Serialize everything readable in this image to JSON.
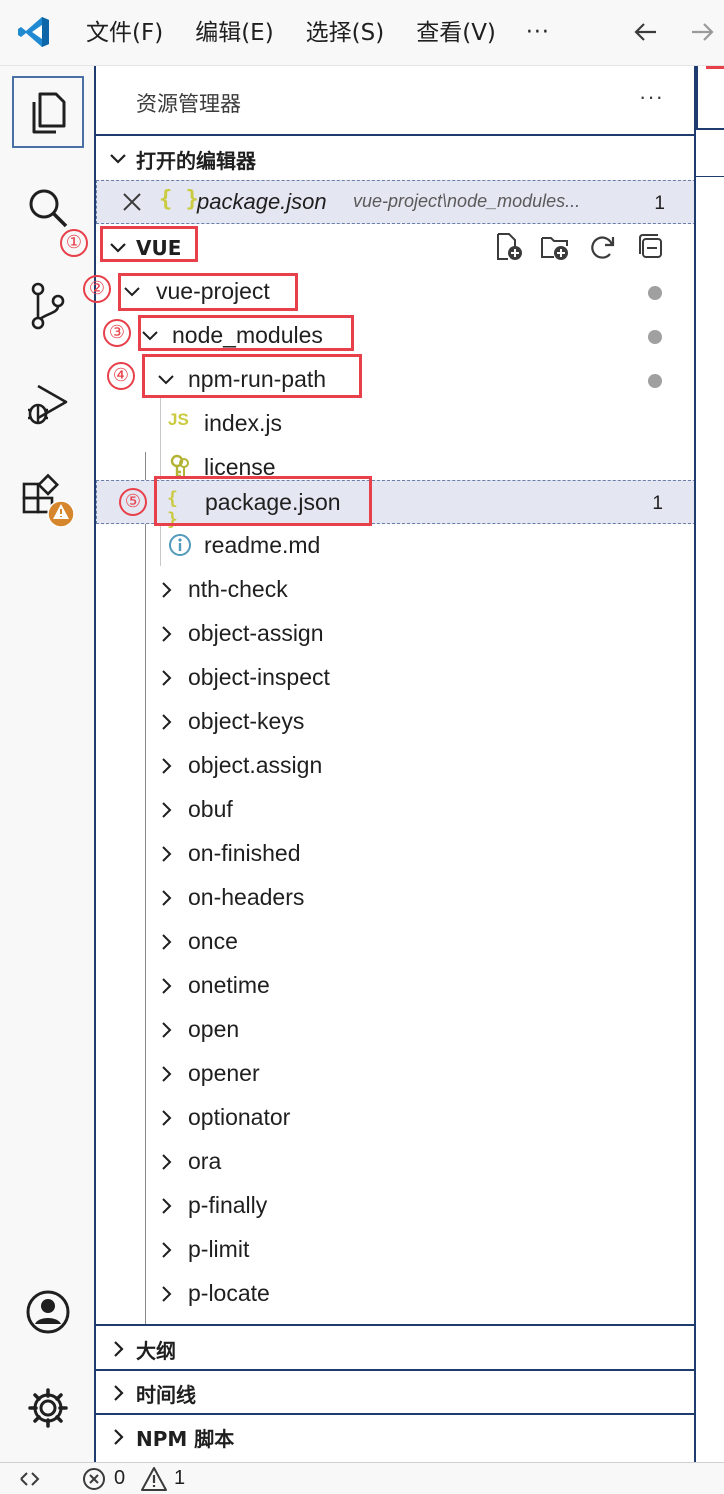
{
  "menubar": {
    "items": [
      "文件(F)",
      "编辑(E)",
      "选择(S)",
      "查看(V)"
    ],
    "more": "···"
  },
  "sidebar": {
    "title": "资源管理器",
    "more": "···"
  },
  "sections": {
    "open_editors": "打开的编辑器",
    "workspace": "VUE",
    "outline": "大纲",
    "timeline": "时间线",
    "npm_scripts": "NPM 脚本"
  },
  "open_editor": {
    "file_name": "package.json",
    "path": "vue-project\\node_modules...",
    "problem_count": "1",
    "icon_text": "{ }"
  },
  "tree": {
    "vue_project": "vue-project",
    "node_modules": "node_modules",
    "npm_run_path": "npm-run-path",
    "files": [
      {
        "name": "index.js",
        "icon": "js-icon",
        "icon_text": "JS"
      },
      {
        "name": "license",
        "icon": "key-icon"
      },
      {
        "name": "package.json",
        "icon": "json-icon",
        "icon_text": "{ }",
        "problem_count": "1"
      },
      {
        "name": "readme.md",
        "icon": "info-icon"
      }
    ],
    "folders": [
      "nth-check",
      "object-assign",
      "object-inspect",
      "object-keys",
      "object.assign",
      "obuf",
      "on-finished",
      "on-headers",
      "once",
      "onetime",
      "open",
      "opener",
      "optionator",
      "ora",
      "p-finally",
      "p-limit",
      "p-locate"
    ]
  },
  "annotations": [
    "①",
    "②",
    "③",
    "④",
    "⑤"
  ],
  "statusbar": {
    "errors": "0",
    "warnings": "1"
  },
  "colors": {
    "accent": "#1e3c6e",
    "annotation": "#e8404a",
    "selection": "#e4e6f1",
    "json_icon": "#cbcb41",
    "modified_dot": "#a0a0a0"
  }
}
